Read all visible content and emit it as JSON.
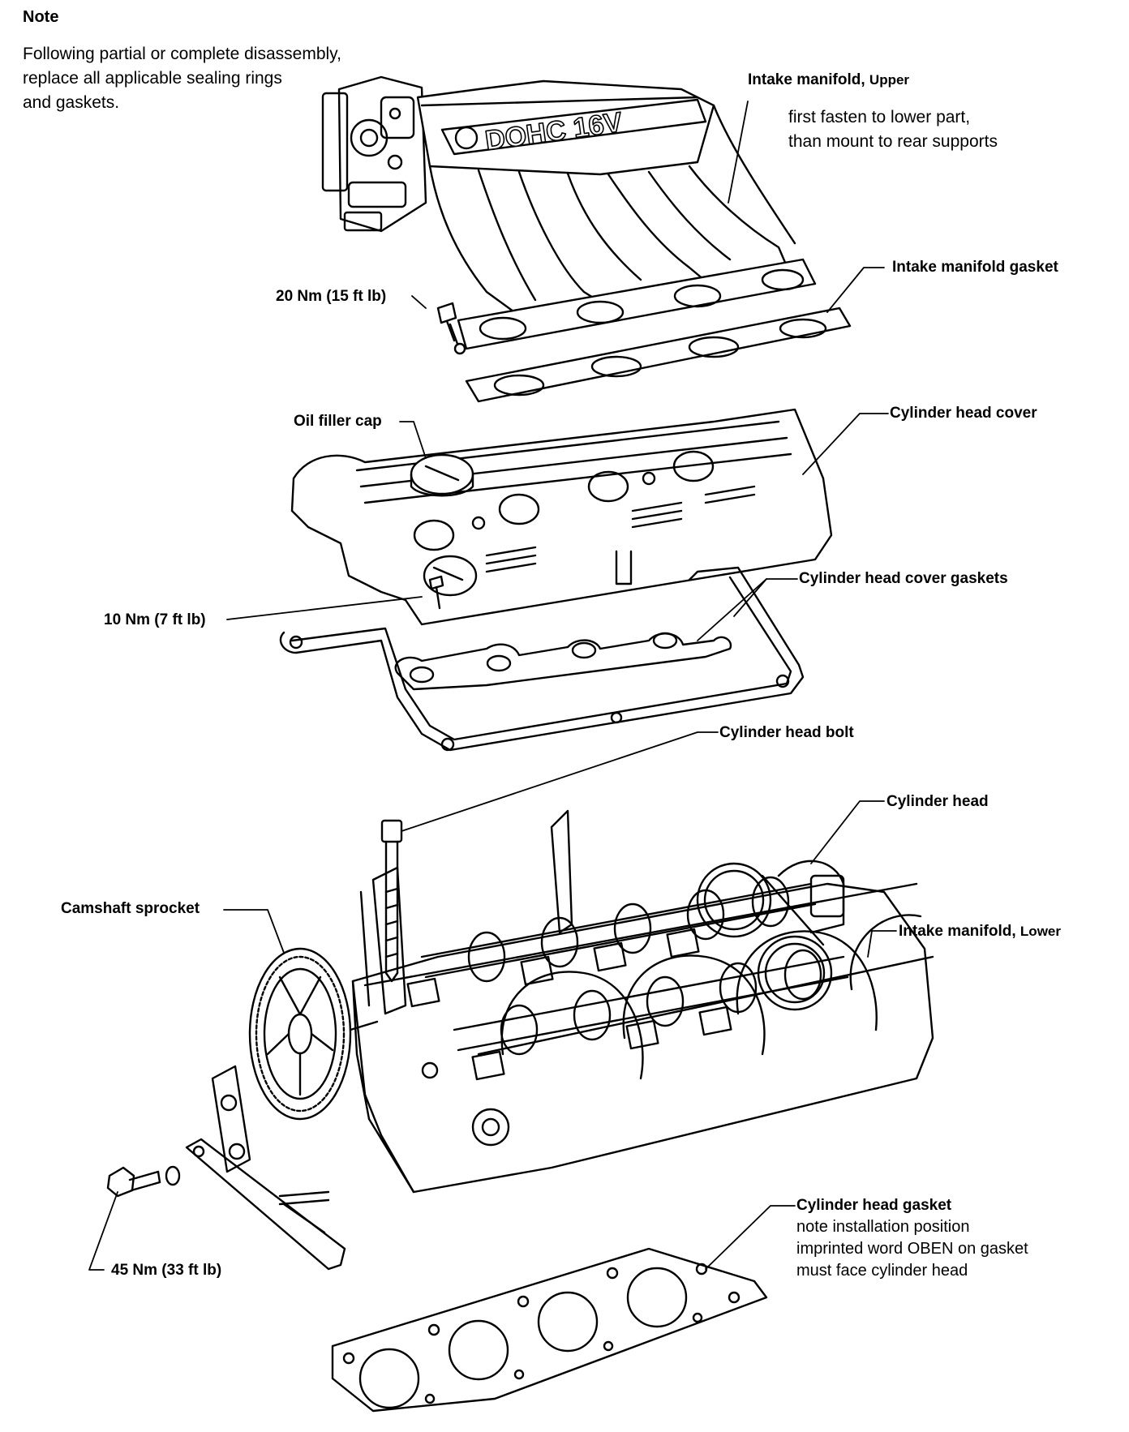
{
  "note": {
    "title": "Note",
    "lines": [
      "Following partial or complete disassembly,",
      "replace all applicable sealing rings",
      "and gaskets."
    ]
  },
  "labels": {
    "intake_upper": {
      "main": "Intake manifold,",
      "sub": "Upper"
    },
    "intake_upper_note": [
      "first fasten to lower part,",
      "than mount to rear supports"
    ],
    "torque_20": "20 Nm (15 ft lb)",
    "intake_gasket": "Intake manifold gasket",
    "oil_filler_cap": "Oil filler cap",
    "head_cover": "Cylinder head cover",
    "head_cover_gaskets": "Cylinder head cover gaskets",
    "torque_10": "10 Nm (7 ft lb)",
    "head_bolt": "Cylinder head bolt",
    "cylinder_head": "Cylinder head",
    "camshaft_sprocket": "Camshaft sprocket",
    "intake_lower": {
      "main": "Intake manifold,",
      "sub": "Lower"
    },
    "head_gasket": "Cylinder head gasket",
    "head_gasket_note": [
      "note installation position",
      "imprinted word OBEN on gasket",
      "must face cylinder head"
    ],
    "torque_45": "45 Nm (33 ft lb)"
  },
  "parts": {
    "manifold_badge": "DOHC 16V"
  },
  "colors": {
    "ink": "#000000",
    "paper": "#ffffff"
  }
}
